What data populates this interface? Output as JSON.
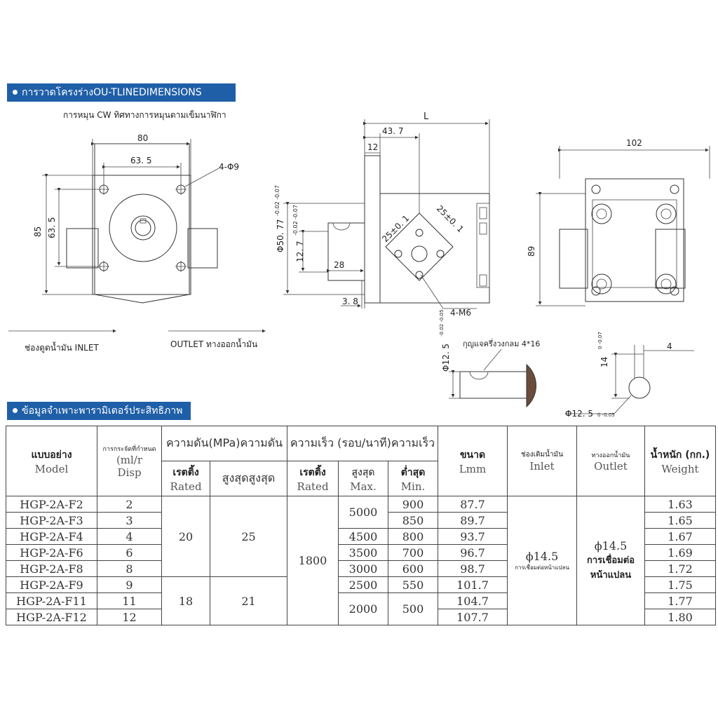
{
  "banners": {
    "dimensions": "การวาดโครงร่างOU-TLINEDIMENSIONS",
    "specs": "ข้อมูลจำเพาะพารามิเตอร์ประสิทธิภาพ"
  },
  "drawing": {
    "rotation_note": "การหมุน CW ทิศทางการหมุนตามเข็มนาฬิกา",
    "inlet_label": "ช่องดูดน้ำมัน INLET",
    "outlet_label": "OUTLET ทางออกน้ำมัน",
    "dim_80": "80",
    "dim_63_5_top": "63. 5",
    "dim_holes": "4-Φ9",
    "dim_85": "85",
    "dim_63_5_side": "63. 5",
    "dim_L": "L",
    "dim_43_7": "43. 7",
    "dim_12": "12",
    "dim_phi50": "Φ50. 77",
    "dim_phi50_tol": "-0.02 -0.07",
    "dim_12_7": "12. 7",
    "dim_12_7_tol": "-0.02 -0.07",
    "dim_25_a": "25±0. 1",
    "dim_25_b": "25±0. 1",
    "dim_28": "28",
    "dim_3_8": "3. 8",
    "dim_m6": "4-M6",
    "dim_102": "102",
    "dim_89": "89",
    "key_label": "กุญแจครึ่งวงกลม 4*16",
    "dim_phi12_5_v": "Φ12. 5",
    "dim_phi12_5_v_tol": "-0.02 -0.05",
    "dim_14": "14",
    "dim_14_tol": "0 -0.07",
    "dim_4": "4",
    "dim_phi12_5_h": "Φ12. 5",
    "dim_phi12_5_h_tol": "0 -0.05"
  },
  "table": {
    "headers": {
      "model_th": "แบบอย่าง",
      "model_en": "Model",
      "disp_th": "การกระจัดที่กำหนด",
      "disp_unit": "(ml/r",
      "disp_en": "Disp",
      "pressure": "ความดัน(MPa)ความดัน",
      "speed": "ความเร็ว (รอบ/นาที)ความเร็ว",
      "rated_th": "เรตติ้ง",
      "rated_en": "Rated",
      "pmax_th": "สูงสุดสูงสุด",
      "rated2_th": "เรตติ้ง",
      "rated2_en": "Rated",
      "smax_th": "สูงสุด",
      "smax_en": "Max.",
      "smin_th": "ต่ำสุด",
      "smin_en": "Min.",
      "size_th": "ขนาด",
      "size_en": "Lmm",
      "inlet_th": "ช่องเติมน้ำมัน",
      "inlet_en": "Inlet",
      "outlet_th": "ทางออกน้ำมัน",
      "outlet_en": "Outlet",
      "weight_th": "น้ำหนัก (กก.)",
      "weight_en": "Weight"
    },
    "rows": [
      {
        "model": "HGP-2A-F2",
        "disp": "2",
        "smin": "900",
        "L": "87.7",
        "weight": "1.63"
      },
      {
        "model": "HGP-2A-F3",
        "disp": "3",
        "smin": "850",
        "L": "89.7",
        "weight": "1.65"
      },
      {
        "model": "HGP-2A-F4",
        "disp": "4",
        "smax": "4500",
        "smin": "800",
        "L": "93.7",
        "weight": "1.67"
      },
      {
        "model": "HGP-2A-F6",
        "disp": "6",
        "smax": "3500",
        "smin": "700",
        "L": "96.7",
        "weight": "1.69"
      },
      {
        "model": "HGP-2A-F8",
        "disp": "8",
        "smax": "3000",
        "smin": "600",
        "L": "98.7",
        "weight": "1.72"
      },
      {
        "model": "HGP-2A-F9",
        "disp": "9",
        "smax": "2500",
        "smin": "550",
        "L": "101.7",
        "weight": "1.75"
      },
      {
        "model": "HGP-2A-F11",
        "disp": "11",
        "L": "104.7",
        "weight": "1.77"
      },
      {
        "model": "HGP-2A-F12",
        "disp": "12",
        "L": "107.7",
        "weight": "1.80"
      }
    ],
    "merged": {
      "rated_p_a": "20",
      "max_p_a": "25",
      "rated_p_b": "18",
      "max_p_b": "21",
      "rated_speed": "1800",
      "smax_top": "5000",
      "smax_bottom": "2000",
      "smin_bottom": "500",
      "inlet_val": "ϕ14.5",
      "inlet_note": "การเชื่อมต่อหน้าแปลน",
      "outlet_val": "ϕ14.5",
      "outlet_note": "การเชื่อมต่อ หน้าแปลน"
    }
  }
}
